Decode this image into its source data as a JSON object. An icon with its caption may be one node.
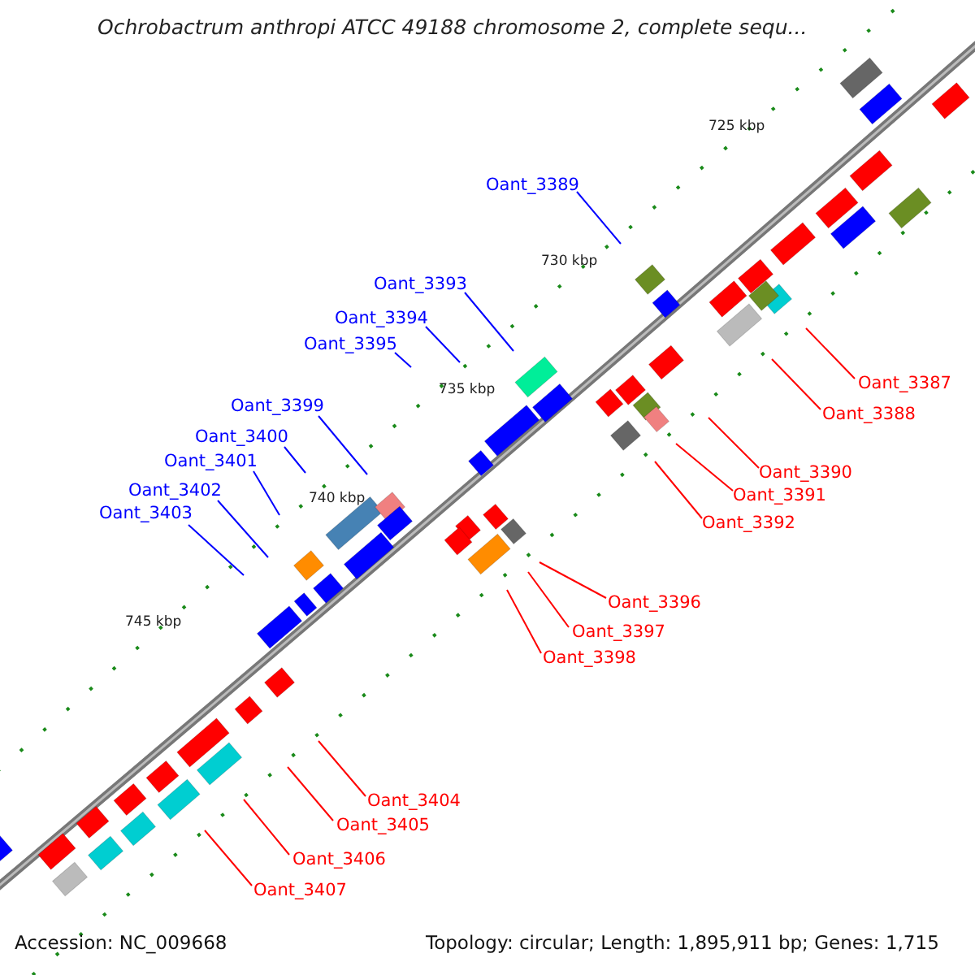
{
  "diagram": {
    "title": "Ochrobactrum anthropi ATCC 49188 chromosome 2, complete sequ...",
    "nodes": [
      {
        "text": [
          "Oant_3389"
        ]
      },
      {
        "text": [
          "Oant_3393"
        ]
      },
      {
        "text": [
          "Oant_3394"
        ]
      },
      {
        "text": [
          "Oant_3395"
        ]
      },
      {
        "text": [
          "Oant_3387"
        ]
      },
      {
        "text": [
          "Oant_3399"
        ]
      },
      {
        "text": [
          "Oant_3388"
        ]
      },
      {
        "text": [
          "Oant_3400"
        ]
      },
      {
        "text": [
          "Oant_3401"
        ]
      },
      {
        "text": [
          "Oant_3390"
        ]
      },
      {
        "text": [
          "Oant_3402"
        ]
      },
      {
        "text": [
          "Oant_3391"
        ]
      },
      {
        "text": [
          "Oant_3403"
        ]
      },
      {
        "text": [
          "Oant_3392"
        ]
      },
      {
        "text": [
          "Oant_3396"
        ]
      },
      {
        "text": [
          "Oant_3397"
        ]
      },
      {
        "text": [
          "Oant_3398"
        ]
      },
      {
        "text": [
          "Oant_3404"
        ]
      },
      {
        "text": [
          "Oant_3405"
        ]
      },
      {
        "text": [
          "Oant_3406"
        ]
      },
      {
        "text": [
          "Oant_3407"
        ]
      }
    ],
    "edges": [
      {
        "from": 0,
        "to": null,
        "arrow": "none",
        "color": "#0000ff"
      },
      {
        "from": 1,
        "to": null,
        "arrow": "none",
        "color": "#0000ff"
      },
      {
        "from": 2,
        "to": null,
        "arrow": "none",
        "color": "#0000ff"
      },
      {
        "from": 3,
        "to": null,
        "arrow": "none",
        "color": "#0000ff"
      },
      {
        "from": 4,
        "to": null,
        "arrow": "none"
      },
      {
        "from": 5,
        "to": null,
        "arrow": "none",
        "color": "#0000ff"
      },
      {
        "from": 6,
        "to": null,
        "arrow": "none"
      },
      {
        "from": 7,
        "to": null,
        "arrow": "none",
        "color": "#0000ff"
      },
      {
        "from": 8,
        "to": null,
        "arrow": "none",
        "color": "#0000ff"
      },
      {
        "from": 9,
        "to": null,
        "arrow": "none"
      },
      {
        "from": 10,
        "to": null,
        "arrow": "none",
        "color": "#0000ff"
      },
      {
        "from": 11,
        "to": null,
        "arrow": "none"
      },
      {
        "from": 12,
        "to": null,
        "arrow": "none",
        "color": "#0000ff"
      },
      {
        "from": 13,
        "to": null,
        "arrow": "none"
      },
      {
        "from": 14,
        "to": null,
        "arrow": "none"
      },
      {
        "from": 15,
        "to": null,
        "arrow": "none"
      },
      {
        "from": 16,
        "to": null,
        "arrow": "none"
      },
      {
        "from": 17,
        "to": null,
        "arrow": "none"
      },
      {
        "from": 18,
        "to": null,
        "arrow": "none"
      },
      {
        "from": 19,
        "to": null,
        "arrow": "none"
      },
      {
        "from": 20,
        "to": null,
        "arrow": "none"
      }
    ],
    "labels": [
      "725 kbp",
      "730 kbp",
      "735 kbp",
      "740 kbp",
      "745 kbp",
      "Accession: NC_009668",
      "Topology: circular; Length: 1,895,911 bp; Genes: 1,715"
    ]
  }
}
